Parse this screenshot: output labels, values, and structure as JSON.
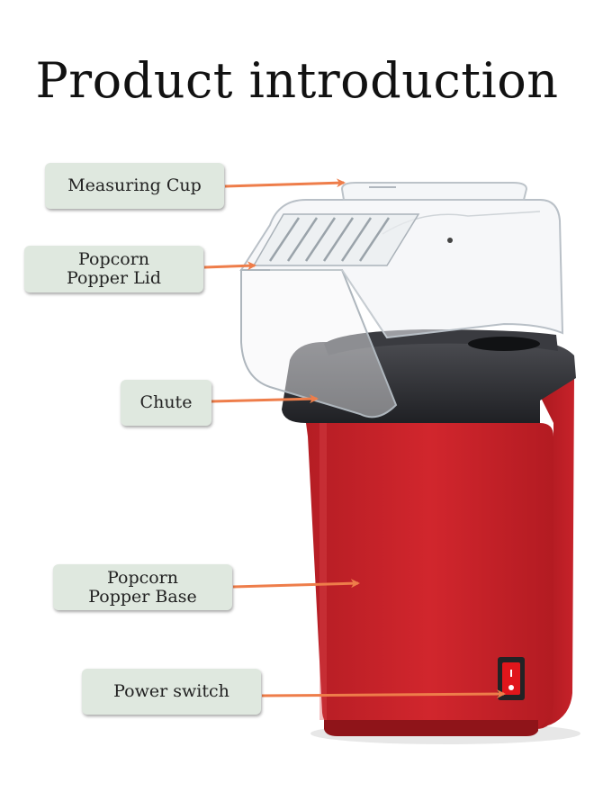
{
  "title": "Product introduction",
  "labels": {
    "measuring_cup": "Measuring Cup",
    "lid_line1": "Popcorn",
    "lid_line2": "Popper Lid",
    "chute": "Chute",
    "base_line1": "Popcorn",
    "base_line2": "Popper Base",
    "power_switch": "Power switch"
  },
  "colors": {
    "body_red": "#c8232a",
    "arrow_orange": "#ee7d4a",
    "label_bg": "#dfe8df",
    "chute_black": "#2e2f33",
    "switch_red": "#e0161b"
  }
}
